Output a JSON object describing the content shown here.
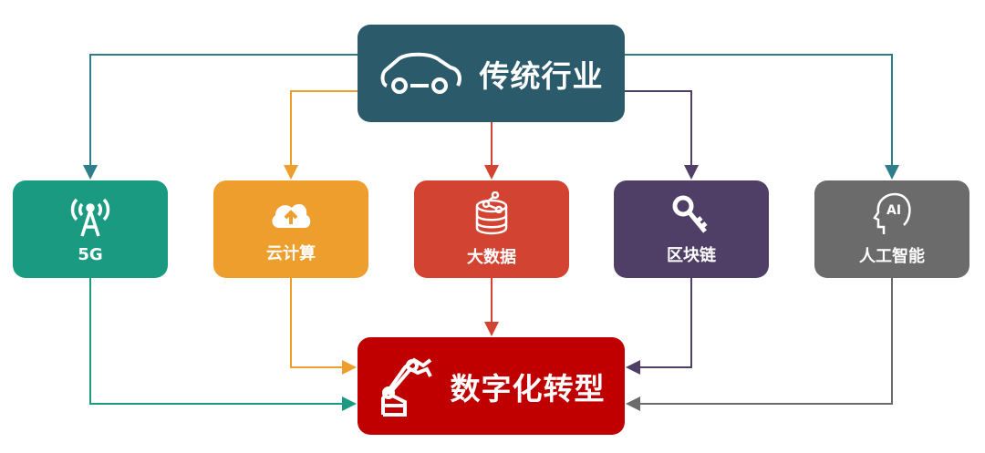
{
  "source": {
    "label": "传统行业",
    "icon": "car-icon",
    "color": "#2b5a6b"
  },
  "technologies": [
    {
      "label": "5G",
      "icon": "signal-tower-icon",
      "color": "#1a9a80"
    },
    {
      "label": "云计算",
      "icon": "cloud-upload-icon",
      "color": "#ee9e2d"
    },
    {
      "label": "大数据",
      "icon": "database-icon",
      "color": "#d24332"
    },
    {
      "label": "区块链",
      "icon": "key-icon",
      "color": "#4f3f66"
    },
    {
      "label": "人工智能",
      "icon": "ai-head-icon",
      "color": "#6b6b6b",
      "icon_text": "AI"
    }
  ],
  "target": {
    "label": "数字化转型",
    "icon": "robot-arm-icon",
    "color": "#c00000"
  }
}
